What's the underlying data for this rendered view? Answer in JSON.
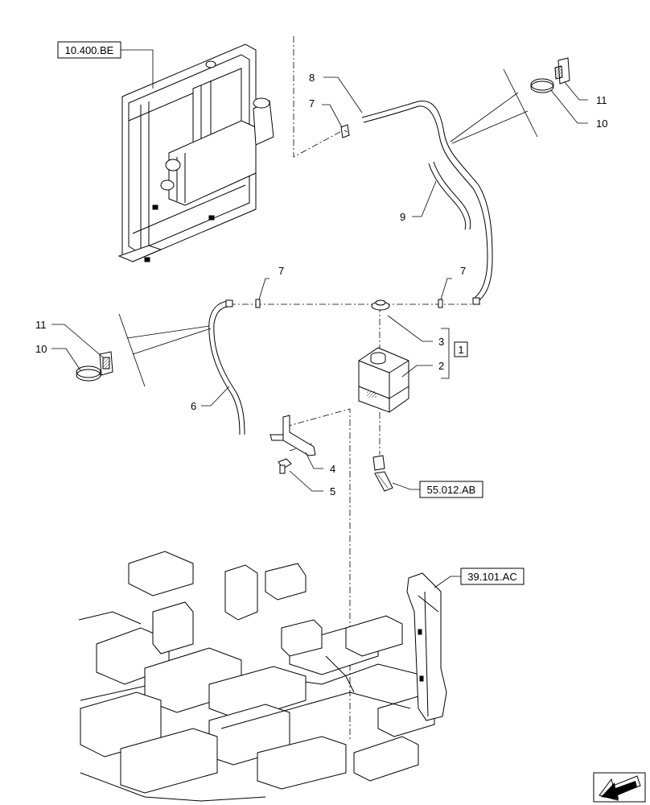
{
  "references": {
    "radiator_group": "10.400.BE",
    "tank_fitting": "55.012.AB",
    "frame_group": "39.101.AC",
    "assembly": "1"
  },
  "callouts": {
    "hose_upper": "8",
    "clip_upper": "7",
    "strap_upper": "11",
    "clamp_upper": "10",
    "hose_middle": "9",
    "clip_left": "7",
    "clip_right": "7",
    "cap": "3",
    "tank": "2",
    "strap_left": "11",
    "clamp_left": "10",
    "hose_left": "6",
    "bracket": "4",
    "bolt": "5"
  },
  "icons": [
    "front-direction-arrow-icon"
  ],
  "colors": {
    "line": "#000000",
    "background": "#ffffff"
  }
}
